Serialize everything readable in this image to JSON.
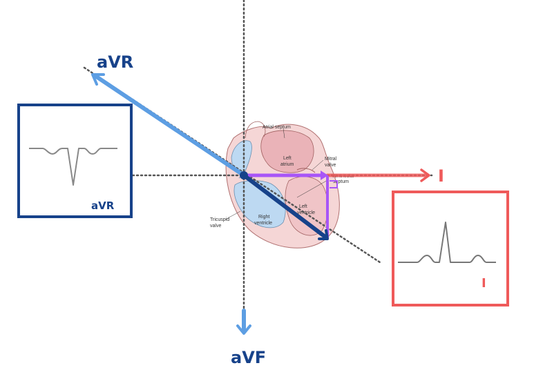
{
  "leads": {
    "avr_axis_label": "aVR",
    "avf_axis_label": "aVF",
    "lead_i_axis_label": "I",
    "avr_box_label": "aVR",
    "lead_i_box_label": "I"
  },
  "anatomy": {
    "atrial_septum": "Atrial septum",
    "left_atrium_1": "Left",
    "left_atrium_2": "atrium",
    "mitral_valve_1": "Mitral",
    "mitral_valve_2": "valve",
    "ventricular_septum_1": "Ventricular",
    "ventricular_septum_2": "septum",
    "left_ventricle_1": "Left",
    "left_ventricle_2": "ventricle",
    "right_ventricle_1": "Right",
    "right_ventricle_2": "ventricle",
    "tricuspid_valve_1": "Tricuspid",
    "tricuspid_valve_2": "valve"
  },
  "colors": {
    "avr_navy": "#17428a",
    "avr_light": "#5d9ee3",
    "lead_i_red": "#ef5a5a",
    "avf_blue": "#5d9ee3",
    "resultant_purple": "#a855f7",
    "mean_axis_navy": "#17428a",
    "tracing_gray": "#888888",
    "dotted_gray": "#555555"
  }
}
